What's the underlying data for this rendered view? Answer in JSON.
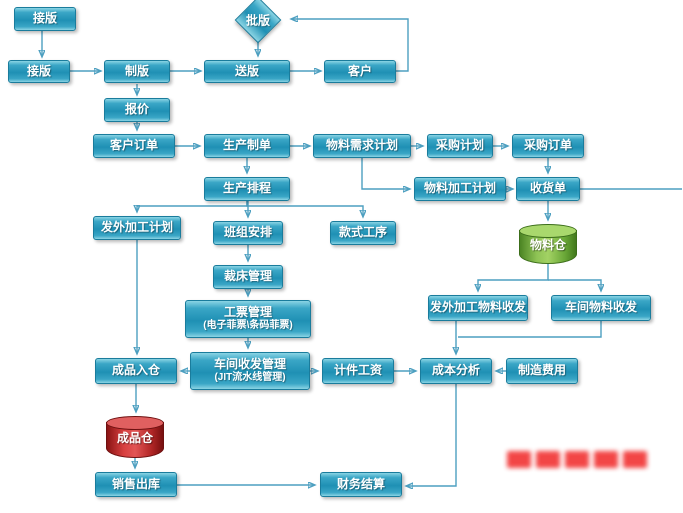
{
  "nodes": {
    "jieban_top": "接版",
    "pipan": "批版",
    "jieban": "接版",
    "zhiban": "制版",
    "songban": "送版",
    "kehu": "客户",
    "baojia": "报价",
    "kehu_dingdan": "客户订单",
    "shengchan_zhidan": "生产制单",
    "wuliao_xuqiu_jihua": "物料需求计划",
    "caigou_jihua": "采购计划",
    "caigou_dingdan": "采购订单",
    "shengchan_paicheng": "生产排程",
    "wuliao_jiagong_jihua": "物料加工计划",
    "shouhuo_dan": "收货单",
    "fawai_jiagong_jihua": "发外加工计划",
    "banzu_anpai": "班组安排",
    "kuanshi_gongxu": "款式工序",
    "wuliao_cang": "物料仓",
    "caichuang_guanli": "裁床管理",
    "gongpiao_guanli": "工票管理",
    "gongpiao_guanli_sub": "(电子菲票\\条码菲票)",
    "fawai_wuliao_shoufa": "发外加工物料收发",
    "chejian_wuliao_shoufa": "车间物料收发",
    "chengpin_rucang": "成品入仓",
    "chejian_shoufa_guanli": "车间收发管理",
    "chejian_shoufa_guanli_sub": "(JIT流水线管理)",
    "jijian_gongzi": "计件工资",
    "chengben_fenxi": "成本分析",
    "zhizao_feiyong": "制造费用",
    "chengpin_cang": "成品仓",
    "xiaoshou_chuku": "销售出库",
    "caiwu_jiesuan": "财务结算"
  },
  "colors": {
    "node_fill": "#2e9fc0",
    "node_border": "#1a7c9c",
    "arrow": "#4d9fc0",
    "warehouse_green": "#76b043",
    "warehouse_red": "#c32222",
    "watermark_red": "#f01818",
    "text": "#ffffff"
  }
}
